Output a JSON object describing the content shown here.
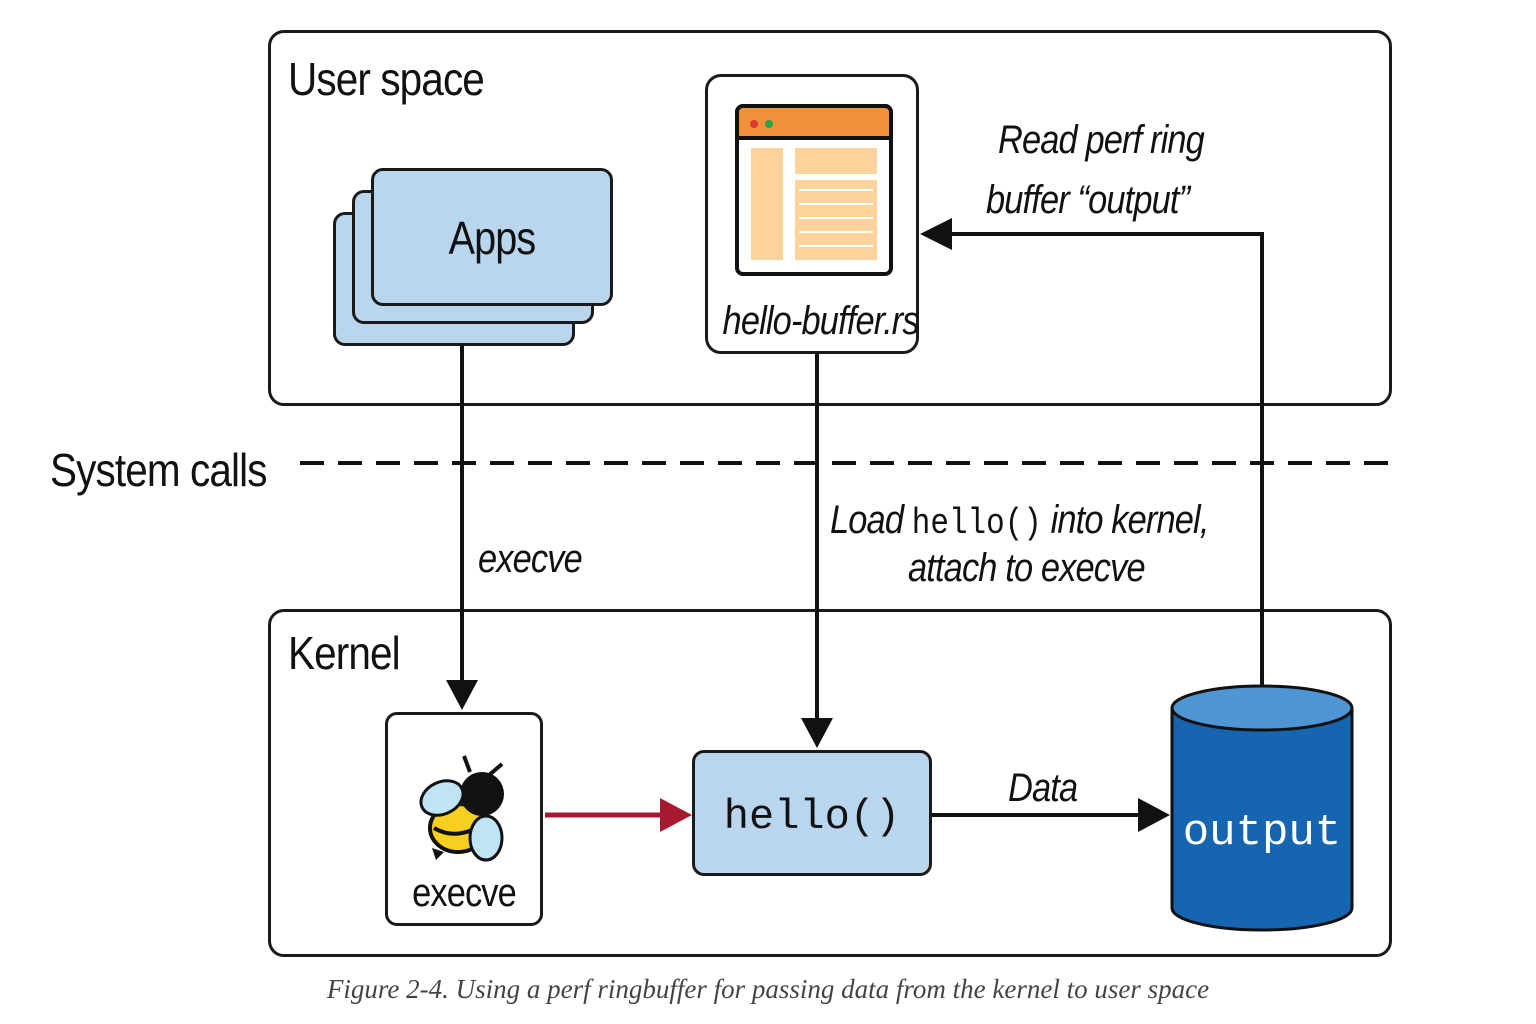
{
  "regions": {
    "user_space": "User space",
    "system_calls": "System calls",
    "kernel": "Kernel"
  },
  "nodes": {
    "apps": "Apps",
    "hello_buffer": "hello-buffer.rs",
    "execve_icon_label": "execve",
    "hello_func": "hello()",
    "output": "output"
  },
  "edges": {
    "execve": "execve",
    "load_part1": "Load",
    "load_code": "hello()",
    "load_part2": "into kernel,",
    "load_line2": "attach to execve",
    "read_line1": "Read perf ring",
    "read_line2": "buffer “output”",
    "data": "Data"
  },
  "caption": "Figure 2-4. Using a perf ringbuffer for passing data from the kernel to user space",
  "colors": {
    "node_blue": "#b9d6ee",
    "cylinder_blue": "#1565b0",
    "red_arrow": "#a6192e",
    "file_header_orange": "#f0923a",
    "file_body_peach": "#fdd39b"
  }
}
